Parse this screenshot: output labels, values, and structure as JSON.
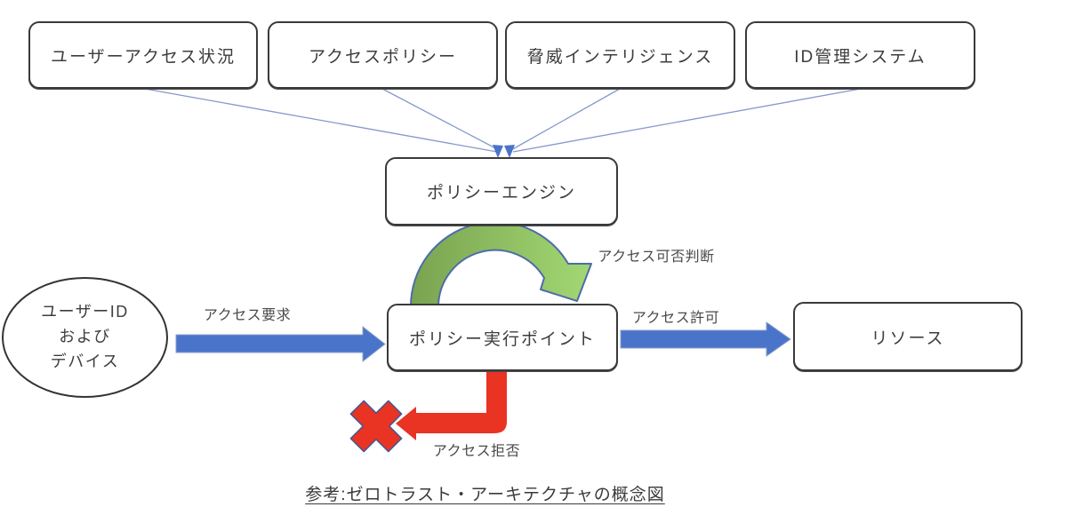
{
  "diagram": {
    "caption": "参考:ゼロトラスト・アーキテクチャの概念図",
    "sources": [
      {
        "label": "ユーザーアクセス状況"
      },
      {
        "label": "アクセスポリシー"
      },
      {
        "label": "脅威インテリジェンス"
      },
      {
        "label": "ID管理システム"
      }
    ],
    "policy_engine": {
      "label": "ポリシーエンジン"
    },
    "enforcement_point": {
      "label": "ポリシー実行ポイント"
    },
    "resource": {
      "label": "リソース"
    },
    "subject": {
      "line1": "ユーザーID",
      "line2": "および",
      "line3": "デバイス"
    },
    "flow_labels": {
      "request": "アクセス要求",
      "decision": "アクセス可否判断",
      "grant": "アクセス許可",
      "deny": "アクセス拒否"
    },
    "colors": {
      "arrow_blue": "#4a74c9",
      "connector_blue": "#8598cc",
      "arc_green_dark": "#79a14f",
      "arc_green_light": "#a2d873",
      "deny_red": "#e93323",
      "outline_navy": "#3d5a96",
      "box_border": "#3a3a3a",
      "text": "#3d3d3d"
    }
  }
}
